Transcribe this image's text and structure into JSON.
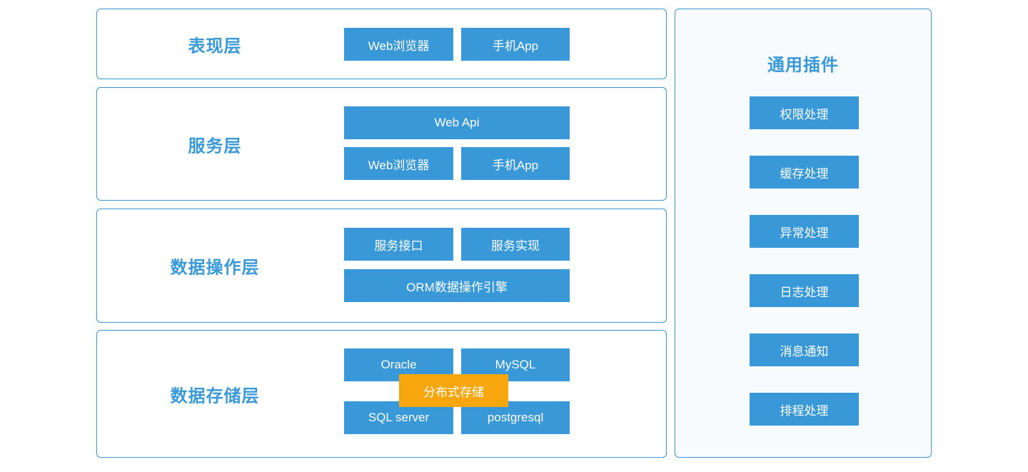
{
  "diagram": {
    "layers": [
      {
        "label": "表现层",
        "boxes": {
          "web_browser": "Web浏览器",
          "mobile_app": "手机App"
        }
      },
      {
        "label": "服务层",
        "boxes": {
          "web_api": "Web Api",
          "web_browser": "Web浏览器",
          "mobile_app": "手机App"
        }
      },
      {
        "label": "数据操作层",
        "boxes": {
          "service_interface": "服务接口",
          "service_impl": "服务实现",
          "orm_engine": "ORM数据操作引擎"
        }
      },
      {
        "label": "数据存储层",
        "boxes": {
          "oracle": "Oracle",
          "mysql": "MySQL",
          "sql_server": "SQL server",
          "postgresql": "postgresql",
          "distributed_storage": "分布式存储"
        }
      }
    ],
    "plugins": {
      "title": "通用插件",
      "items": [
        "权限处理",
        "缓存处理",
        "异常处理",
        "日志处理",
        "消息通知",
        "排程处理"
      ]
    },
    "colors": {
      "accent_blue": "#3898d8",
      "label_blue": "#3a9ad9",
      "overlay_orange": "#f7a60d",
      "plugins_panel_bg": "#f7fbfe",
      "box_text": "#ffffff"
    }
  }
}
